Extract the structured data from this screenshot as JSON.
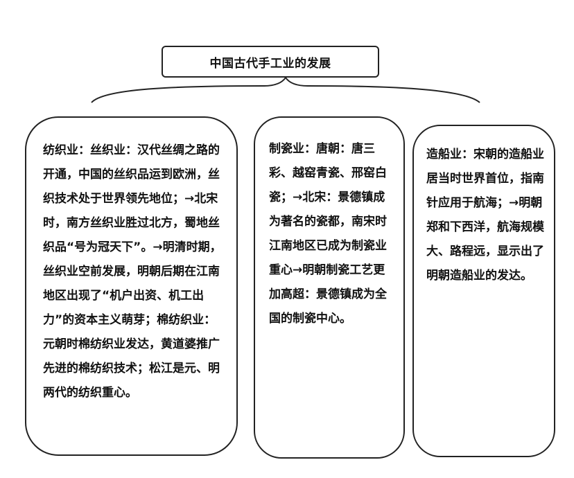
{
  "title": "中国古代手工业的发展",
  "boxes": [
    {
      "id": "textile",
      "text": "纺织业：丝织业：汉代丝绸之路的开通，中国的丝织品运到欧洲，丝织技术处于世界领先地位；→北宋时，南方丝织业胜过北方，蜀地丝织品“号为冠天下”。→明清时期，丝织业空前发展，明朝后期在江南地区出现了“机户出资、机工出力”的资本主义萌芽；棉纺织业：元朝时棉纺织业发达，黄道婆推广先进的棉纺织技术；松江是元、明两代的纺织重心。"
    },
    {
      "id": "porcelain",
      "text": "制瓷业：唐朝：唐三彩、越窑青瓷、邢窑白瓷；→北宋：景德镇成为著名的瓷都，南宋时江南地区已成为制瓷业重心→明朝制瓷工艺更加高超：景德镇成为全国的制瓷中心。"
    },
    {
      "id": "shipbuilding",
      "text": "造船业：宋朝的造船业居当时世界首位，指南针应用于航海；→明朝郑和下西洋，航海规模大、路程远，显示出了明朝造船业的发达。"
    }
  ]
}
